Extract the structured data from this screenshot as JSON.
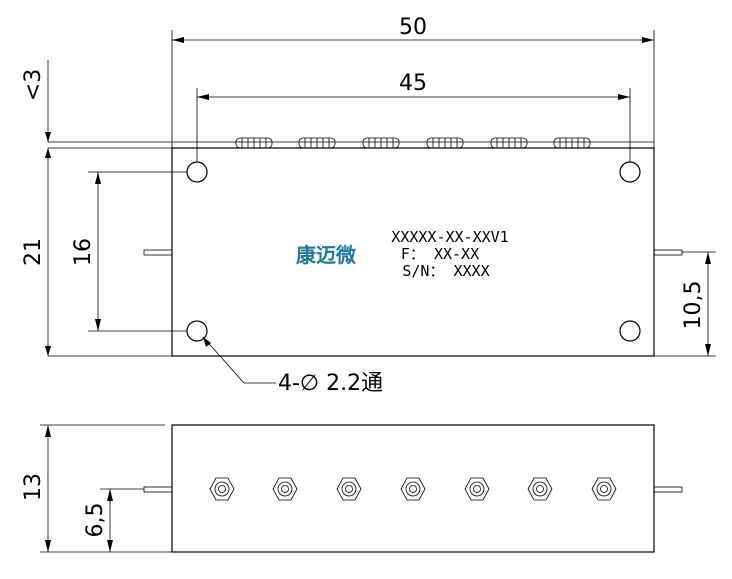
{
  "drawing": {
    "dims": {
      "width_total": "50",
      "hole_spacing": "45",
      "top_gap": "<3",
      "height_total": "21",
      "hole_vertical": "16",
      "pin_height": "10,5",
      "side_height": "13",
      "side_pin_height": "6,5"
    },
    "hole_note": "4-∅ 2.2通",
    "label": {
      "brand": "康迈微",
      "model": "XXXXX-XX-XXV1",
      "freq": "F： XX-XX",
      "serial": "S/N： XXXX"
    }
  }
}
